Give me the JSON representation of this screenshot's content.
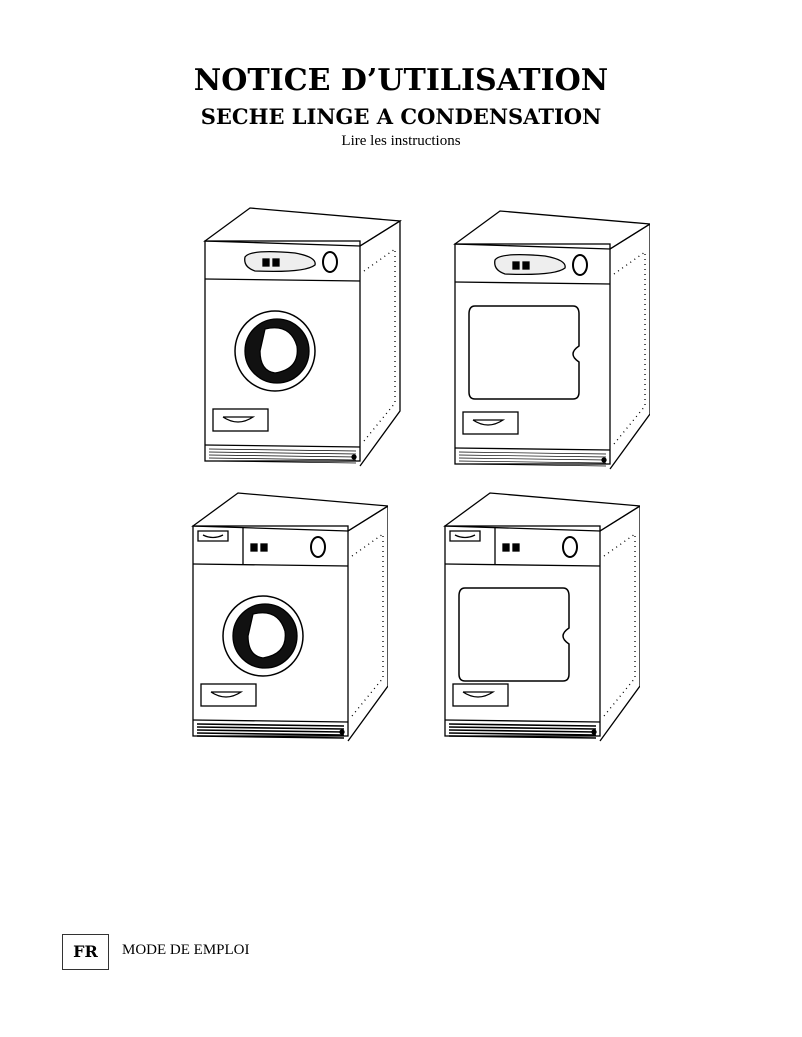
{
  "header": {
    "title": "NOTICE D’UTILISATION",
    "subtitle": "SECHE LINGE A CONDENSATION",
    "instruction": "Lire les instructions"
  },
  "illustrations": [
    {
      "variant": "porthole",
      "panel": "top-oval"
    },
    {
      "variant": "square-door",
      "panel": "top-oval"
    },
    {
      "variant": "porthole",
      "panel": "flat-with-drawer"
    },
    {
      "variant": "square-door",
      "panel": "flat-with-drawer"
    }
  ],
  "footer": {
    "language_code": "FR",
    "label": "MODE DE EMPLOI"
  }
}
